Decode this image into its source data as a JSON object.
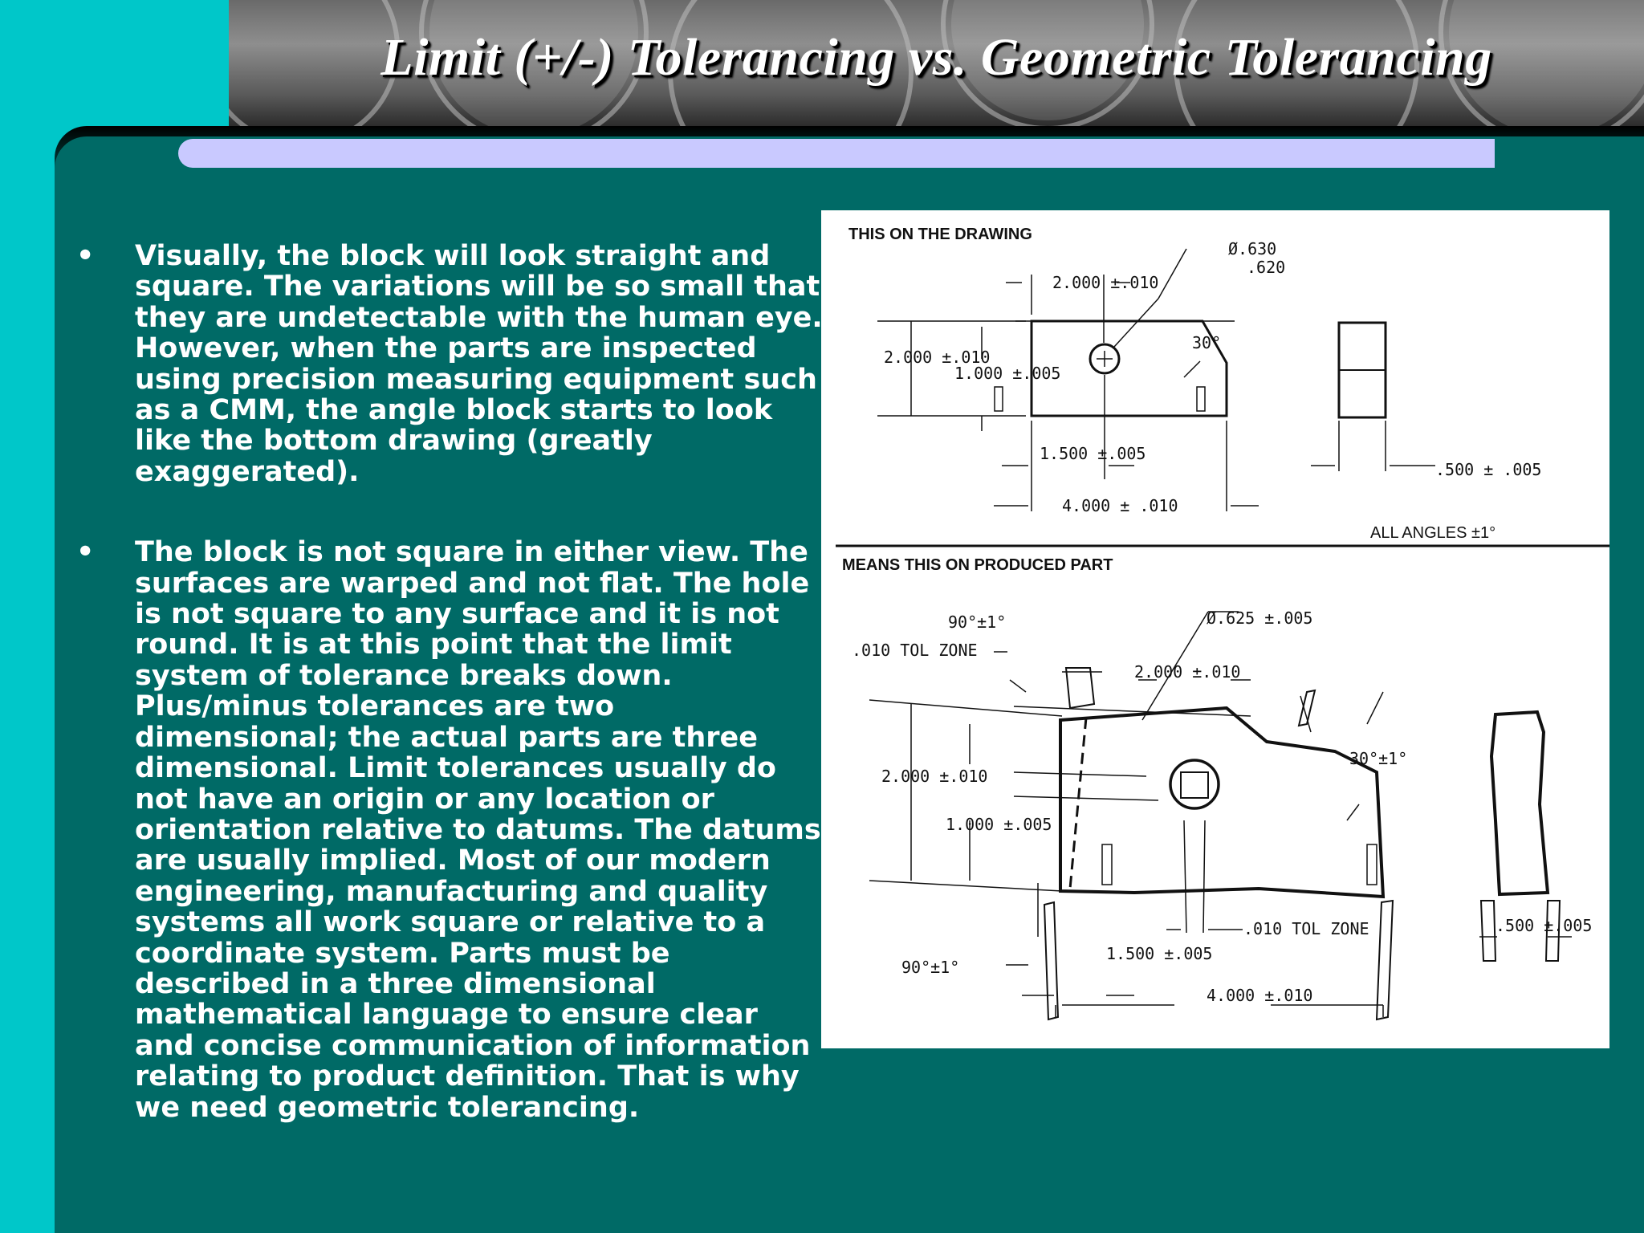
{
  "slide": {
    "title": "Limit (+/-) Tolerancing vs. Geometric Tolerancing",
    "bullet_marker": "•",
    "bullets": [
      "Visually, the block will look straight and square.  The variations will be so small that they are undetectable with the human eye.  However, when the parts are inspected using precision measuring equipment such as a CMM, the angle block starts to look like the bottom drawing (greatly exaggerated).",
      "The block is not square in either view.  The surfaces are warped and not flat.  The hole is not square to any surface and it is not round.  It is at this point that the limit system of tolerance breaks down.  Plus/minus tolerances are two dimensional; the actual parts are three dimensional.  Limit tolerances usually do not have an origin or any location or orientation relative to datums.  The datums are usually implied.  Most of our modern engineering, manufacturing and quality systems all work square or relative to a coordinate system.  Parts must be described in a three dimensional mathematical language to ensure clear and concise communication of information relating to product definition.  That is why we need geometric tolerancing."
    ]
  },
  "figure": {
    "top_heading": "THIS ON THE DRAWING",
    "bottom_heading": "MEANS THIS ON PRODUCED PART",
    "all_angles": "ALL ANGLES ±1°",
    "top": {
      "dia_upper": "Ø.630",
      "dia_lower": ".620",
      "width_upper": "2.000 ±.010",
      "angle": "30°",
      "height": "2.000 ±.010",
      "hole_height": "1.000 ±.005",
      "hole_x": "1.500 ±.005",
      "thickness": ".500 ± .005",
      "overall": "4.000 ± .010"
    },
    "bottom": {
      "angle_top": "90°±1°",
      "tol_zone": ".010 TOL ZONE",
      "dia": "Ø.625 ±.005",
      "width": "2.000 ±.010",
      "angle_30": "30°±1°",
      "height": "2.000 ±.010",
      "hole_height": "1.000 ±.005",
      "tol_zone_2": ".010 TOL ZONE",
      "thickness": ".500 ±.005",
      "angle_bottom": "90°±1°",
      "hole_x": "1.500 ±.005",
      "overall": "4.000 ±.010"
    }
  }
}
